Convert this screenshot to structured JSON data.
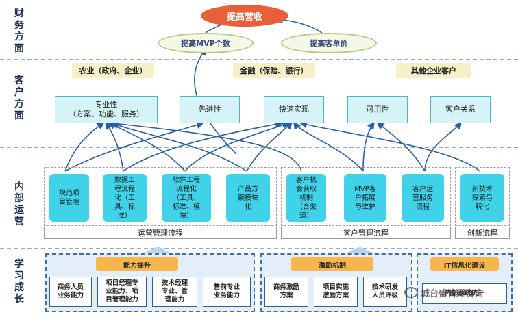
{
  "layers": {
    "finance": "财务方面",
    "customer": "客户方面",
    "internal": "内部运营",
    "learning": "学习成长"
  },
  "finance": {
    "goal": "提高营收",
    "sub_goals": [
      "提高MVP个数",
      "提高客单价"
    ]
  },
  "customer": {
    "segments": [
      "农业（政府、企业）",
      "金融（保险、银行）",
      "其他企业客户"
    ],
    "values": [
      "专业性\n（方案、功能、服务）",
      "先进性",
      "快速实现",
      "可用性",
      "客户关系"
    ]
  },
  "internal": {
    "ops_processes": [
      "规范项\n目管理",
      "数据工\n程流程\n化（工\n具、标\n准）",
      "软件工程\n流程化\n（工具、\n标准、模\n块）",
      "产品方\n案模块\n化"
    ],
    "ops_label": "运营管理流程",
    "cust_processes": [
      "客户机\n会获取\n机制\n（含渠\n道）",
      "MVP客\n户拓展\n与维护",
      "客户运\n营服务\n流程"
    ],
    "cust_label": "客户管理流程",
    "innov_processes": [
      "新技术\n探索与\n转化"
    ],
    "innov_label": "创新流程"
  },
  "learning": {
    "groups": [
      {
        "title": "能力提升",
        "items": [
          "商务人员\n业务能力",
          "项目经理专\n业能力、项\n目管理能力",
          "技术经理\n专业、管\n理能力",
          "售前专业\n业务能力"
        ]
      },
      {
        "title": "激励机制",
        "items": [
          "商务激励\n方案",
          "项目实施\n激励方案",
          "技术研发\n人员评级"
        ]
      },
      {
        "title": "IT信息化建设",
        "items": [
          "内部系统统一"
        ]
      }
    ]
  },
  "watermark": "城台盛管理咨询"
}
